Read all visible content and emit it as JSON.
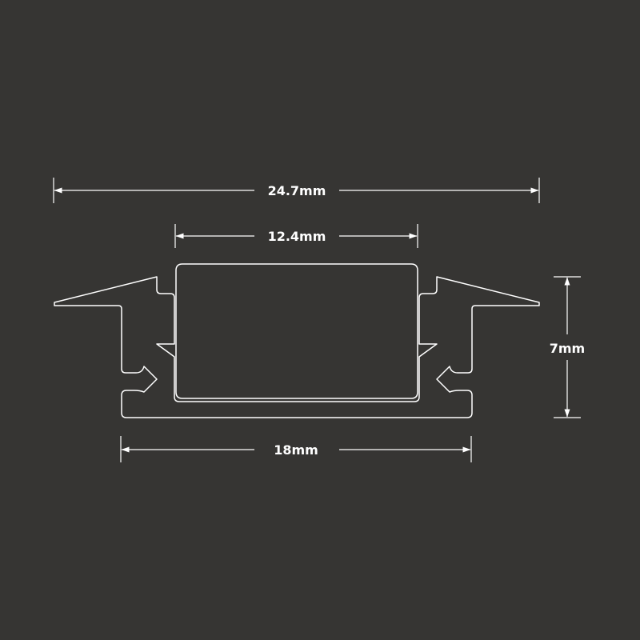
{
  "colors": {
    "background": "#363533",
    "line": "#ffffff"
  },
  "dimensions": {
    "overall_width": "24.7mm",
    "inner_width": "12.4mm",
    "height": "7mm",
    "base_width": "18mm"
  }
}
